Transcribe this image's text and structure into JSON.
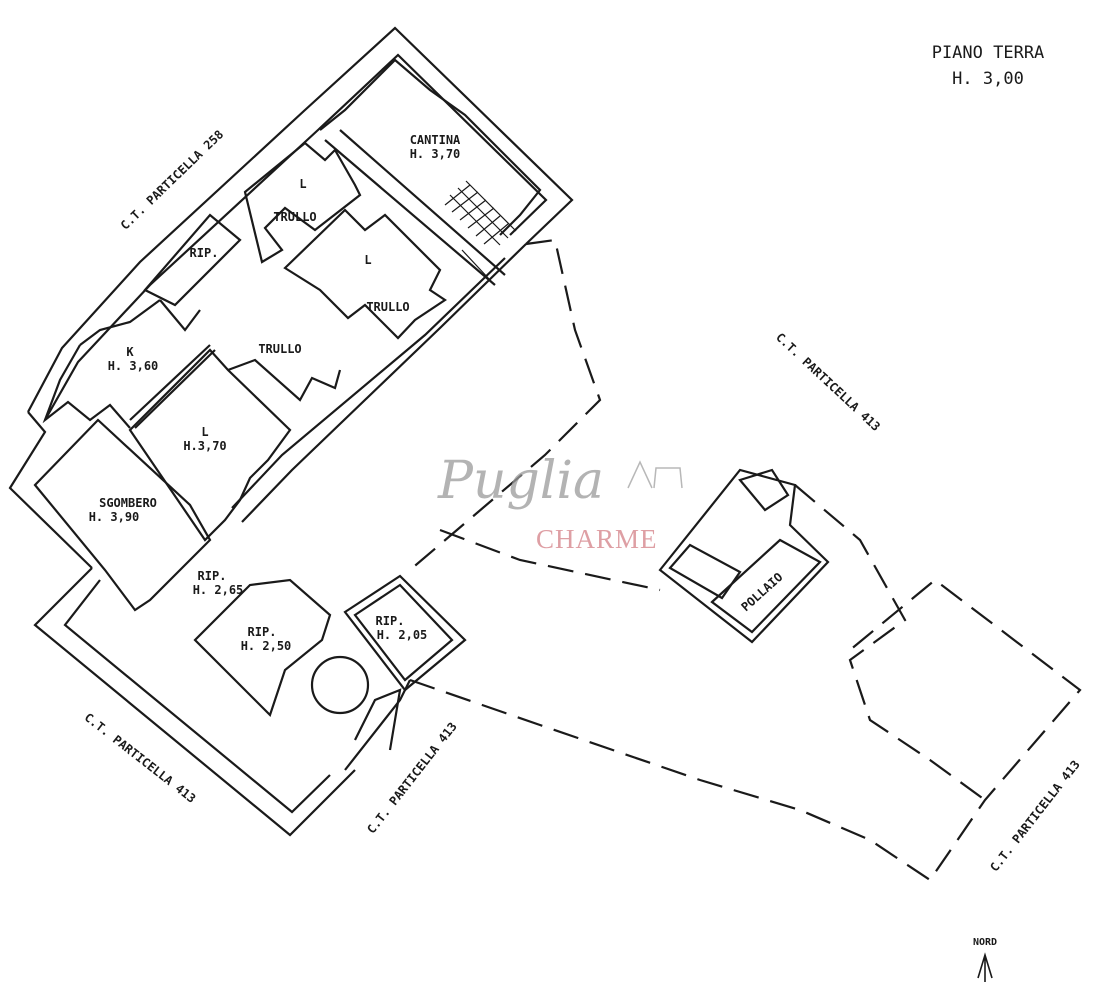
{
  "header": {
    "title": "PIANO TERRA",
    "height": "H. 3,00"
  },
  "rooms": [
    {
      "name": "CANTINA",
      "height": "H. 3,70"
    },
    {
      "name": "L",
      "sub": "TRULLO"
    },
    {
      "name": "L",
      "sub": "TRULLO"
    },
    {
      "name": "RIP."
    },
    {
      "name": "TRULLO"
    },
    {
      "name": "K",
      "height": "H. 3,60"
    },
    {
      "name": "L",
      "height": "H.3,70"
    },
    {
      "name": "SGOMBERO",
      "height": "H. 3,90"
    },
    {
      "name": "RIP.",
      "height": "H. 2,65"
    },
    {
      "name": "RIP.",
      "height": "H. 2,50"
    },
    {
      "name": "RIP.",
      "height": "H. 2,05"
    },
    {
      "name": "POLLAIO"
    }
  ],
  "parcels": [
    "C.T. PARTICELLA 258",
    "C.T. PARTICELLA 413",
    "C.T. PARTICELLA 413",
    "C.T. PARTICELLA 413",
    "C.T. PARTICELLA 413"
  ],
  "compass": {
    "label": "NORD"
  },
  "watermark": {
    "script": "Puglia",
    "brand": "CHARME"
  }
}
